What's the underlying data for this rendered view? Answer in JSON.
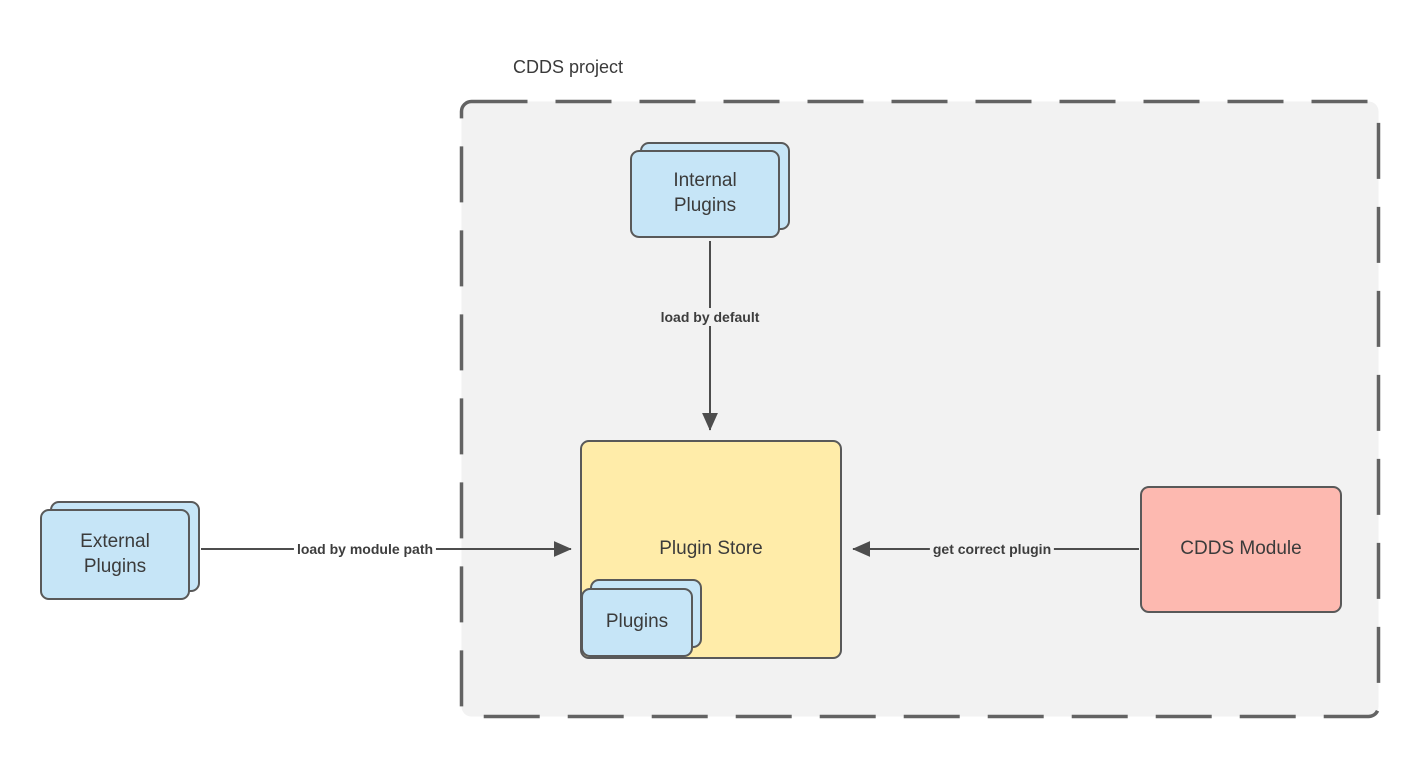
{
  "group": {
    "label": "CDDS project"
  },
  "nodes": {
    "external_plugins": {
      "label": "External Plugins",
      "shape": "stacked-rectangle",
      "fill": "#c6e5f7"
    },
    "internal_plugins": {
      "label": "Internal Plugins",
      "shape": "stacked-rectangle",
      "fill": "#c6e5f7"
    },
    "plugin_store": {
      "label": "Plugin Store",
      "shape": "rectangle",
      "fill": "#ffeca9"
    },
    "plugins": {
      "label": "Plugins",
      "shape": "stacked-rectangle",
      "fill": "#c6e5f7"
    },
    "cdds_module": {
      "label": "CDDS Module",
      "shape": "rectangle",
      "fill": "#fdb9b0"
    }
  },
  "edges": {
    "external_to_store": {
      "label": "load by module path",
      "from": "External Plugins",
      "to": "Plugin Store",
      "direction": "right"
    },
    "internal_to_store": {
      "label": "load by default",
      "from": "Internal Plugins",
      "to": "Plugin Store",
      "direction": "down"
    },
    "module_to_store": {
      "label": "get correct plugin",
      "from": "CDDS Module",
      "to": "Plugin Store",
      "direction": "left"
    }
  },
  "colors": {
    "container_fill": "#f2f2f2",
    "container_stroke": "#636363",
    "node_stroke": "#595959",
    "arrow": "#4d4d4d",
    "node_blue": "#c6e5f7",
    "node_yellow": "#ffeca9",
    "node_red": "#fdb9b0",
    "text": "#3b3b3b"
  }
}
